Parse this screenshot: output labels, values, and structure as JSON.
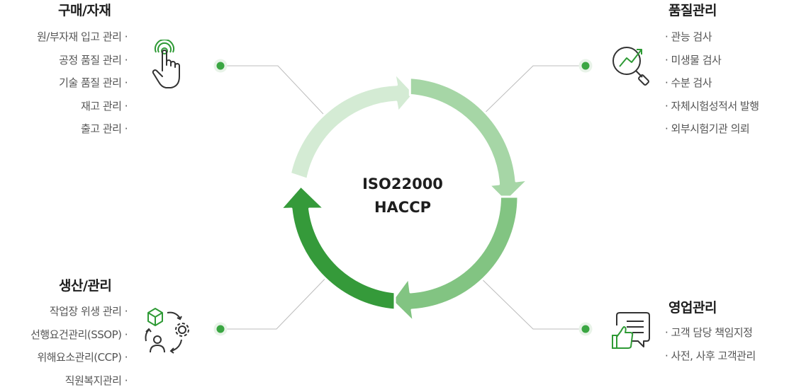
{
  "center": {
    "line1": "ISO22000",
    "line2": "HACCP"
  },
  "purchasing": {
    "title": "구매/자재",
    "items": [
      "원/부자재 입고 관리 ·",
      "공정 품질 관리 ·",
      "기술 품질 관리 ·",
      "재고 관리 ·",
      "출고 관리 ·"
    ]
  },
  "quality": {
    "title": "품질관리",
    "items": [
      "· 관능 검사",
      "· 미생물 검사",
      "· 수분 검사",
      "· 자체시험성적서 발행",
      "· 외부시험기관 의뢰"
    ]
  },
  "production": {
    "title": "생산/관리",
    "items": [
      "작업장 위생 관리 ·",
      "선행요건관리(SSOP) ·",
      "위해요소관리(CCP) ·",
      "직원복지관리 ·"
    ]
  },
  "sales": {
    "title": "영업관리",
    "items": [
      "· 고객 담당 책임지정",
      "· 사전, 사후 고객관리"
    ]
  },
  "colors": {
    "arc_top_left": "#d4ebd4",
    "arc_top_right": "#a6d6a6",
    "arc_bottom_right": "#82c482",
    "arc_bottom_left": "#359a3a",
    "dot": "#3aa642",
    "line": "#bcbcbc",
    "icon_dark": "#333333",
    "icon_green": "#2e9a35"
  }
}
